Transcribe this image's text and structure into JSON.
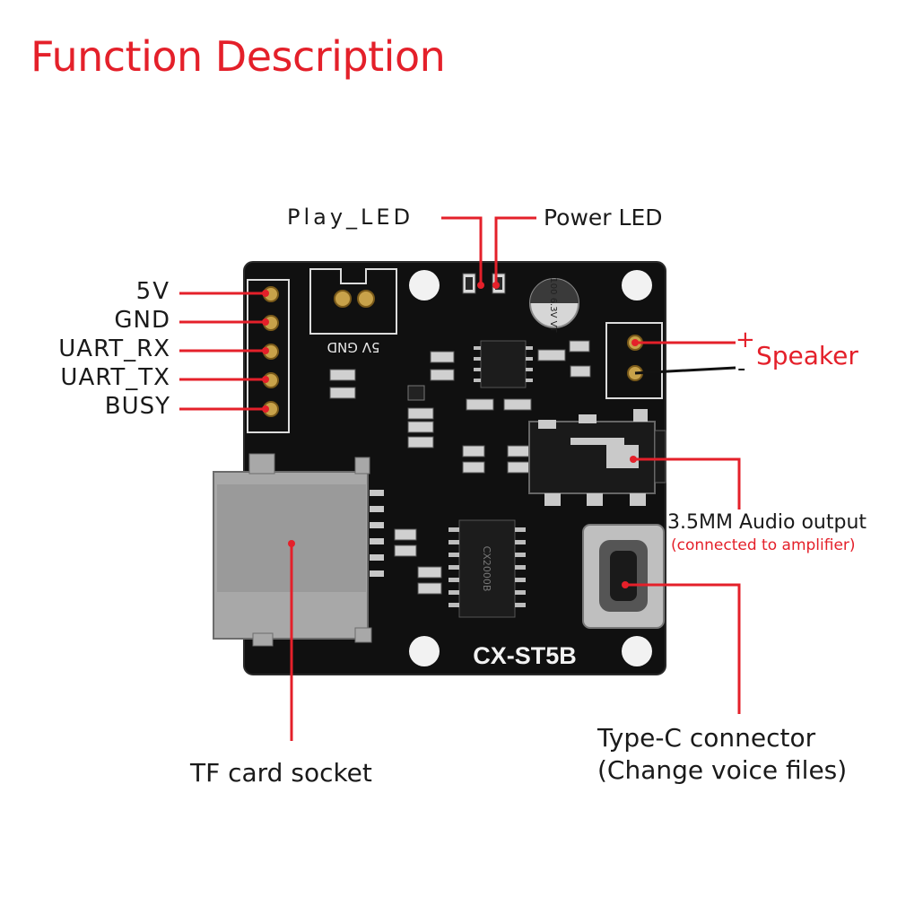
{
  "title": "Function Description",
  "board_name": "CX-ST5B",
  "accent_color": "#e4202a",
  "labels": {
    "play_led": "Play_LED",
    "power_led": "Power LED",
    "pin_5v": "5V",
    "pin_gnd": "GND",
    "pin_uart_rx": "UART_RX",
    "pin_uart_tx": "UART_TX",
    "pin_busy": "BUSY",
    "speaker_plus": "+",
    "speaker_minus": "-",
    "speaker": "Speaker",
    "audio_output": "3.5MM Audio output",
    "audio_output_note": "(connected to amplifier)",
    "typec": "Type-C connector",
    "typec_note": "(Change voice files)",
    "tf_card": "TF card socket"
  },
  "silkscreen": {
    "power_header": "5V GND",
    "chip1": "CX2000B",
    "cap": "100 6.3V VT"
  }
}
